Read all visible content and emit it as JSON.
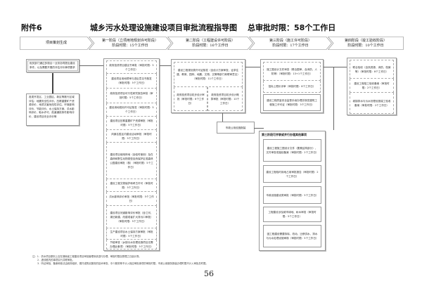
{
  "header": {
    "annex": "附件6",
    "title": "城乡污水处理设施建设项目审批流程指导图",
    "total": "总审批时限：58个工作日"
  },
  "stages": [
    {
      "line1": "项目策划生成",
      "line2": ""
    },
    {
      "line1": "第一阶段（立项用地规划许可阶段）",
      "line2": "阶段时限：15个工作日"
    },
    {
      "line1": "第二阶段（工程建设许可阶段）",
      "line2": "阶段时限：16个工作日"
    },
    {
      "line1": "第三阶段（施工许可阶段）",
      "line2": "阶段时限：17个工作日"
    },
    {
      "line1": "第四阶段（竣工验收阶段）",
      "line2": "阶段时限：10个工作日"
    }
  ],
  "planning": {
    "box1": "相关部门通过多规合一业务协同提出建设条件，以及需要开展的评估评价事项要求",
    "box2": "各类开发区、工业园区、新区等推行区域评估：地震安全性评价、压覆重要矿产资源评价、地质灾害危险性评估、环境影响评价、节能评价、水土保持方案、洪水影响评价、取水许可、航道通航条件影响评价、建设项目安全评价等"
  },
  "stage1": [
    "政府投资项目建议书审批（审批时限：5个工作日）",
    "建设项目用地预审与选址意见书核发（审批时限：5个工作日）",
    "政府投资项目可行性研究报告审批（审批时限：5个工作日）",
    "建设用地规划许可证核发（审批时限：5个工作日）",
    "建设项目压覆重要矿产资源审批（审批时限：5个工作日）",
    "风景名胜区内建设活动审批（审批时限：5个工作日）",
    "建设项目使用林地（含临时使用）及在森林和野生动物类型自然保护区或森林公园建设审批（核）（审批时限：5个工作日）",
    "建设工程文物保护和考古许可（审批时限：5个工作日）",
    "洪水影响评价审批（审批时限：5个工作日）",
    "建设项目河道影响评价审批（含江河、湖泊新建、改建或者扩大排污口审批）（审批时限：5个工作日）",
    "生产建设项目水土保持方案审批（审批时限：5个工作日）",
    "节能审查（乡镇污水处理设施项目无需办理此事项）（审批时限：5个工作日）"
  ],
  "stage2": {
    "top": "建设工程规划类许可证核发（含设计方案审查、征求住建、教育、园林、地震、文物、交警等部门和联审意见）（审批时限：11个工作日）",
    "left": "政府投资项目初步设计审批（审批时限：6个工作日）",
    "right": "政府投资项目初步设计概算审批（审批时限：10个工作日）",
    "utility": "市政公用设施报装"
  },
  "stage3": [
    "施工图设计文件审查（联合图审，含消防、人防等）（审批时限：13+1个工作日）",
    "招标上限价评审（审批时限：8个工作日）",
    "建设工程质量安全监督手续办理并核发建筑工程施工许可证（审批时限：3个工作日）"
  ],
  "stage4": [
    "联合验收（自然资源、消防、档案等）（审批时限：8个工作日）",
    "建设工程竣工验收备案（审批时限：2个工作日）",
    "城镇排水与污水处理设施竣工验收备案（审批时限：2个工作日）"
  ],
  "parallel": {
    "title": "第三阶段可并联或并行办理其他事项",
    "items": [
      "建设工程施工图设计文件（要素结构部分）、文件审查或抽检备案（审批时限：2个工作日）",
      "建设工程临时用地占用审批报告（审批时限：2个工作日）",
      "市政设施建设类审批（审批时限：5个工作日）",
      "工程建设涉及城市绿地、树木审批（审批时限：5个工作日）",
      "因工程建设需要拆除、改动、迁移供水、排水与污水处理设施审核（审批时限：5个工作日）"
    ]
  },
  "notes": [
    "注：1．供水项目原则上应在湖南省工程建设项目审批管理系统进行办理，审批时限自受理之日起计算。",
    "2．虚线框内的事项实行并联审批。",
    "3．听证审批、备案和依法由政府组织、委托或购买服务的技术审查、中介服务等不计入相应审批事项的审批时限，市政公用服务报装办理时限不计入审批总时限。"
  ],
  "page_number": "56"
}
